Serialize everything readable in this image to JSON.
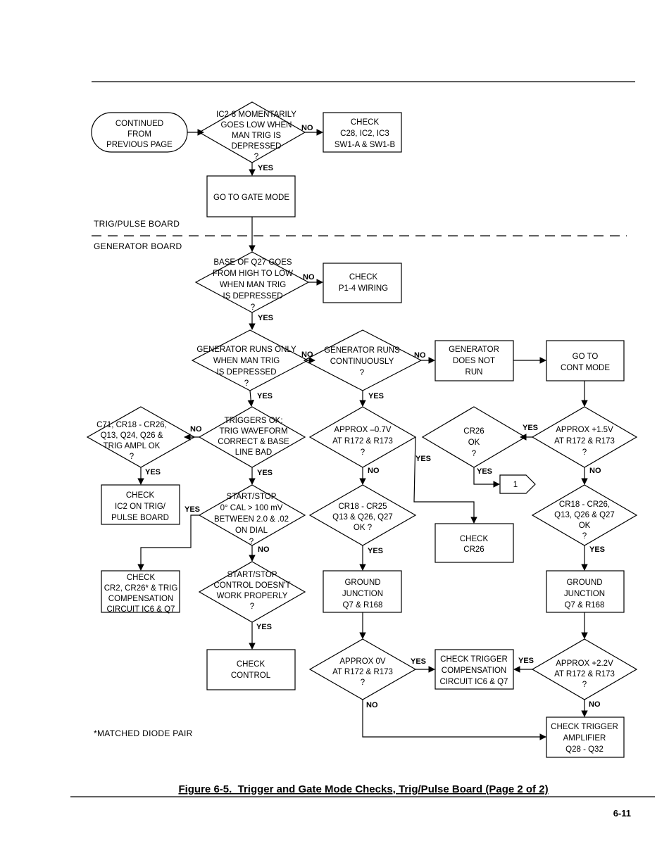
{
  "sections": {
    "upper": "TRIG/PULSE BOARD",
    "lower": "GENERATOR BOARD"
  },
  "footnote": "*MATCHED DIODE PAIR",
  "caption": "Figure 6-5.  Trigger and Gate Mode Checks, Trig/Pulse Board (Page 2 of 2)",
  "page_number": "6-11",
  "labels": {
    "yes": "YES",
    "no": "NO",
    "q": "?"
  },
  "nodes": {
    "start": [
      "CONTINUED",
      "FROM",
      "PREVIOUS PAGE"
    ],
    "d1": [
      "IC2-8  MOMENTARILY",
      "GOES LOW WHEN",
      "MAN TRIG IS",
      "DEPRESSED"
    ],
    "b1": [
      "CHECK",
      "C28, IC2, IC3",
      "SW1-A & SW1-B"
    ],
    "b2": [
      "GO TO GATE MODE"
    ],
    "d2": [
      "BASE OF Q27 GOES",
      "FROM HIGH TO LOW",
      "WHEN MAN TRIG",
      "IS DEPRESSED"
    ],
    "b3": [
      "CHECK",
      "P1-4 WIRING"
    ],
    "d3": [
      "GENERATOR RUNS ONLY",
      "WHEN MAN TRIG",
      "IS DEPRESSED"
    ],
    "d4": [
      "GENERATOR  RUNS",
      "CONTINUOUSLY"
    ],
    "b4": [
      "GENERATOR",
      "DOES NOT",
      "RUN"
    ],
    "b5": [
      "GO TO",
      "CONT MODE"
    ],
    "d5": [
      "C71, CR18 - CR26,",
      "Q13, Q24, Q26 &",
      "TRIG AMPL OK"
    ],
    "d6": [
      "TRIGGERS OK;",
      "TRIG WAVEFORM",
      "CORRECT & BASE",
      "LINE BAD"
    ],
    "d7": [
      "APPROX –0.7V",
      "AT R172 & R173"
    ],
    "d8": [
      "CR26",
      "OK"
    ],
    "d9": [
      "APPROX +1.5V",
      "AT R172 & R173"
    ],
    "conn": "1",
    "b6": [
      "CHECK",
      "IC2 ON TRIG/",
      "PULSE BOARD"
    ],
    "d10": [
      "START/STOP",
      "0° CAL > 100 mV",
      "BETWEEN 2.0 & .02",
      "ON DIAL"
    ],
    "d11": [
      "CR18 - CR25",
      "Q13 & Q26, Q27",
      "OK ?"
    ],
    "b7": [
      "CHECK",
      "CR26"
    ],
    "d12": [
      "CR18 - CR26,",
      "Q13, Q26 & Q27",
      "OK"
    ],
    "b8": [
      "CHECK",
      "CR2, CR26* & TRIG",
      "COMPENSATION",
      "CIRCUIT IC6 & Q7"
    ],
    "d13": [
      "START/STOP",
      "CONTROL DOESN'T",
      "WORK PROPERLY"
    ],
    "b9": [
      "GROUND",
      "JUNCTION",
      "Q7 & R168"
    ],
    "b10": [
      "GROUND",
      "JUNCTION",
      "Q7 & R168"
    ],
    "b11": [
      "CHECK",
      "CONTROL"
    ],
    "d14": [
      "APPROX 0V",
      "AT R172 & R173"
    ],
    "b12": [
      "CHECK TRIGGER",
      "COMPENSATION",
      "CIRCUIT IC6 & Q7"
    ],
    "d15": [
      "APPROX +2.2V",
      "AT R172 & R173"
    ],
    "b13": [
      "CHECK TRIGGER",
      "AMPLIFIER",
      "Q28 - Q32"
    ]
  }
}
